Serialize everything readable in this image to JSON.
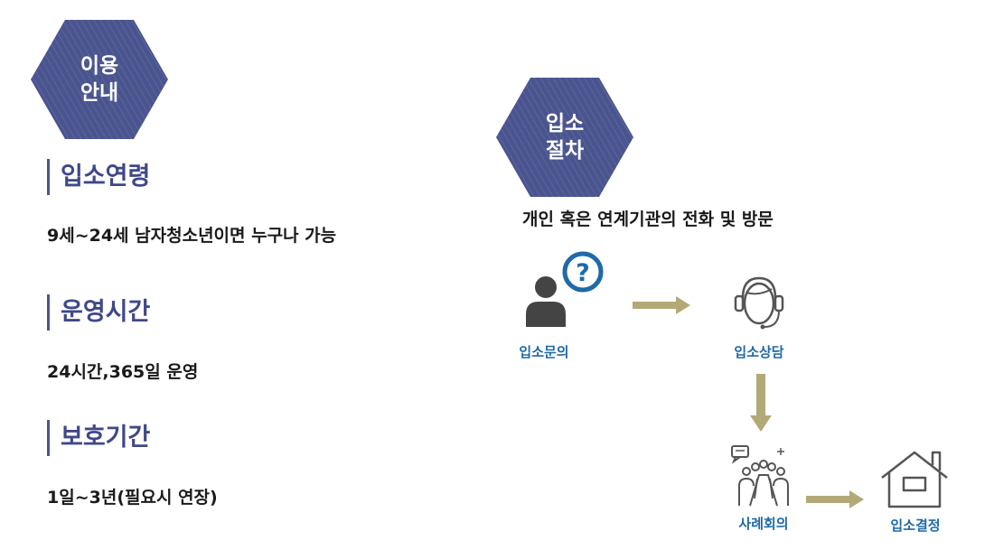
{
  "usage_badge": {
    "line1": "이용",
    "line2": "안내"
  },
  "sections": [
    {
      "title": "입소연령",
      "body": "9세~24세 남자청소년이면 누구나 가능"
    },
    {
      "title": "운영시간",
      "body": "24시간,365일 운영"
    },
    {
      "title": "보호기간",
      "body": "1일~3년(필요시 연장)"
    }
  ],
  "procedure_badge": {
    "line1": "입소",
    "line2": "절차"
  },
  "procedure": {
    "description": "개인 혹은 연계기관의 전화 및 방문",
    "steps": [
      {
        "label": "입소문의",
        "icon": "person-question-icon"
      },
      {
        "label": "입소상담",
        "icon": "headset-icon"
      },
      {
        "label": "사례회의",
        "icon": "meeting-icon"
      },
      {
        "label": "입소결정",
        "icon": "house-icon"
      }
    ]
  },
  "colors": {
    "badge": "#4a548e",
    "heading": "#3f4888",
    "step_label": "#1f6aa8",
    "arrow": "#b3a977",
    "question_circle": "#1f6aa8",
    "person": "#444444"
  }
}
